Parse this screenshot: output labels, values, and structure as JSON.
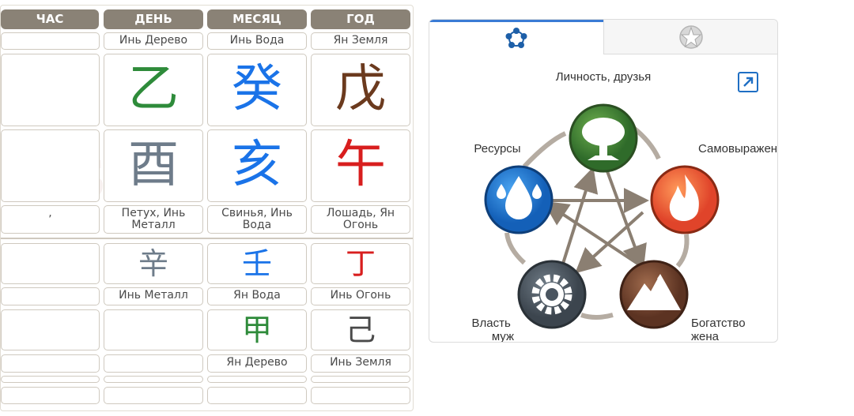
{
  "chart": {
    "headers": [
      "ЧАС",
      "ДЕНЬ",
      "МЕСЯЦ",
      "ГОД"
    ],
    "stem_names": [
      "",
      "Инь Дерево",
      "Инь Вода",
      "Ян Земля"
    ],
    "stems": [
      "",
      "乙",
      "癸",
      "戊"
    ],
    "branches": [
      "",
      "酉",
      "亥",
      "午"
    ],
    "branch_names": [
      ",",
      "Петух, Инь\nМеталл",
      "Свинья, Инь\nВода",
      "Лошадь, Ян\nОгонь"
    ],
    "hidden_row1": [
      "",
      "辛",
      "壬",
      "丁"
    ],
    "hidden_row1_names": [
      "",
      "Инь Металл",
      "Ян Вода",
      "Инь Огонь"
    ],
    "hidden_row2": [
      "",
      "",
      "甲",
      "己"
    ],
    "hidden_row2_names": [
      "",
      "",
      "Ян Дерево",
      "Инь Земля"
    ],
    "colors": {
      "wood": "#2e8b3a",
      "water": "#1a73e8",
      "earth": "#6b3a1e",
      "metal": "#6e7c8a",
      "fire": "#d81e1e",
      "header": "#8a8276"
    }
  },
  "panel": {
    "tabs": [
      {
        "icon": "five-elements-cycle-icon",
        "active": true
      },
      {
        "icon": "star-pentagram-icon",
        "active": false
      }
    ],
    "elements": [
      {
        "id": "wood",
        "icon": "tree-icon",
        "label": "Личность, друзья",
        "color": "#3f8a3a"
      },
      {
        "id": "fire",
        "icon": "flame-icon",
        "label": "Самовыражение",
        "color": "#e2562a"
      },
      {
        "id": "earth",
        "icon": "mountain-icon",
        "label": "Богатство\nжена",
        "color": "#7a4a32"
      },
      {
        "id": "metal",
        "icon": "gear-icon",
        "label": "Власть\nмуж",
        "color": "#4a5560"
      },
      {
        "id": "water",
        "icon": "water-drops-icon",
        "label": "Ресурсы",
        "color": "#1f7fd6"
      }
    ],
    "expand_icon": "expand-arrow-icon"
  }
}
